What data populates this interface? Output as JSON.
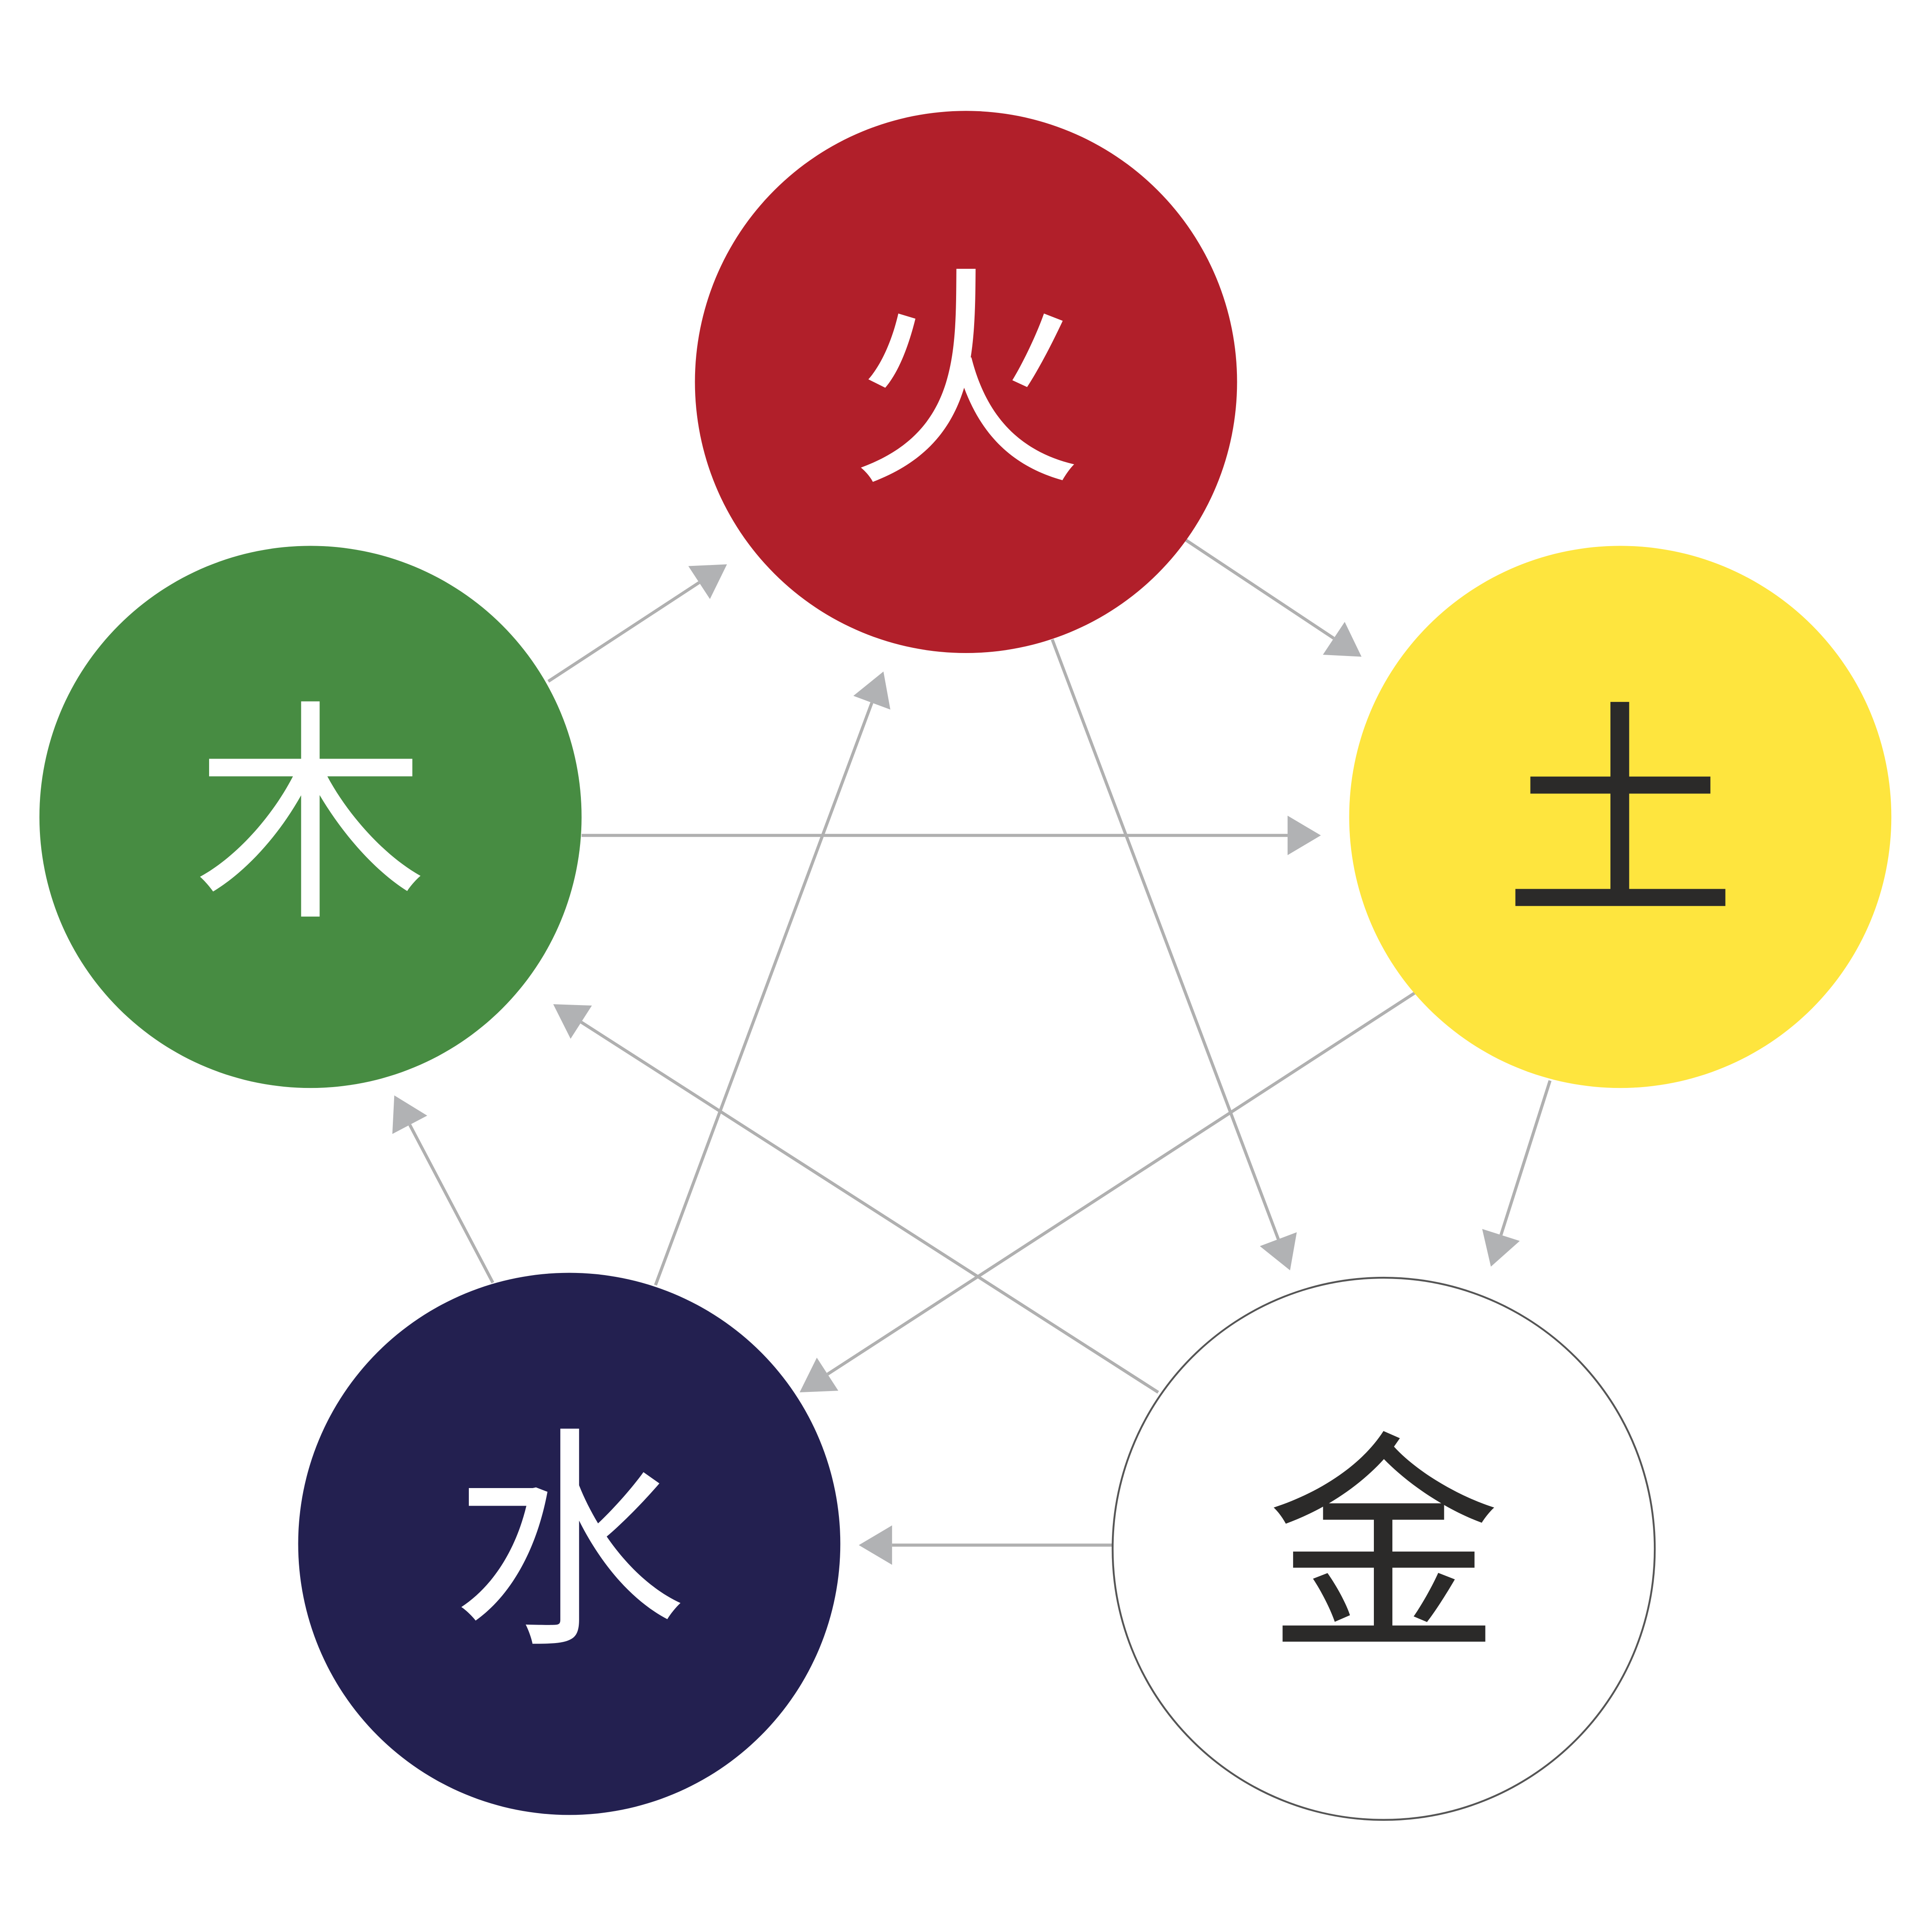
{
  "diagram": {
    "type": "five-elements-cycle",
    "elements": [
      {
        "id": "fire",
        "label": "火",
        "fill": "#B11F2A",
        "text_color": "#FFFFFF"
      },
      {
        "id": "earth",
        "label": "土",
        "fill": "#FEE53E",
        "text_color": "#2B2A29"
      },
      {
        "id": "metal",
        "label": "金",
        "fill": "#FFFFFF",
        "text_color": "#2B2A29"
      },
      {
        "id": "water",
        "label": "水",
        "fill": "#232050",
        "text_color": "#FFFFFF"
      },
      {
        "id": "wood",
        "label": "木",
        "fill": "#478C42",
        "text_color": "#FFFFFF"
      }
    ],
    "arrows": [
      {
        "from": "wood",
        "to": "fire"
      },
      {
        "from": "fire",
        "to": "earth"
      },
      {
        "from": "earth",
        "to": "metal"
      },
      {
        "from": "metal",
        "to": "water"
      },
      {
        "from": "water",
        "to": "wood"
      },
      {
        "from": "wood",
        "to": "earth"
      },
      {
        "from": "fire",
        "to": "metal"
      },
      {
        "from": "earth",
        "to": "water"
      },
      {
        "from": "metal",
        "to": "wood"
      },
      {
        "from": "water",
        "to": "fire"
      }
    ],
    "line_color": "#B0B0B0",
    "arrowhead_color": "#B1B2B4",
    "outline_color": "#555555"
  }
}
